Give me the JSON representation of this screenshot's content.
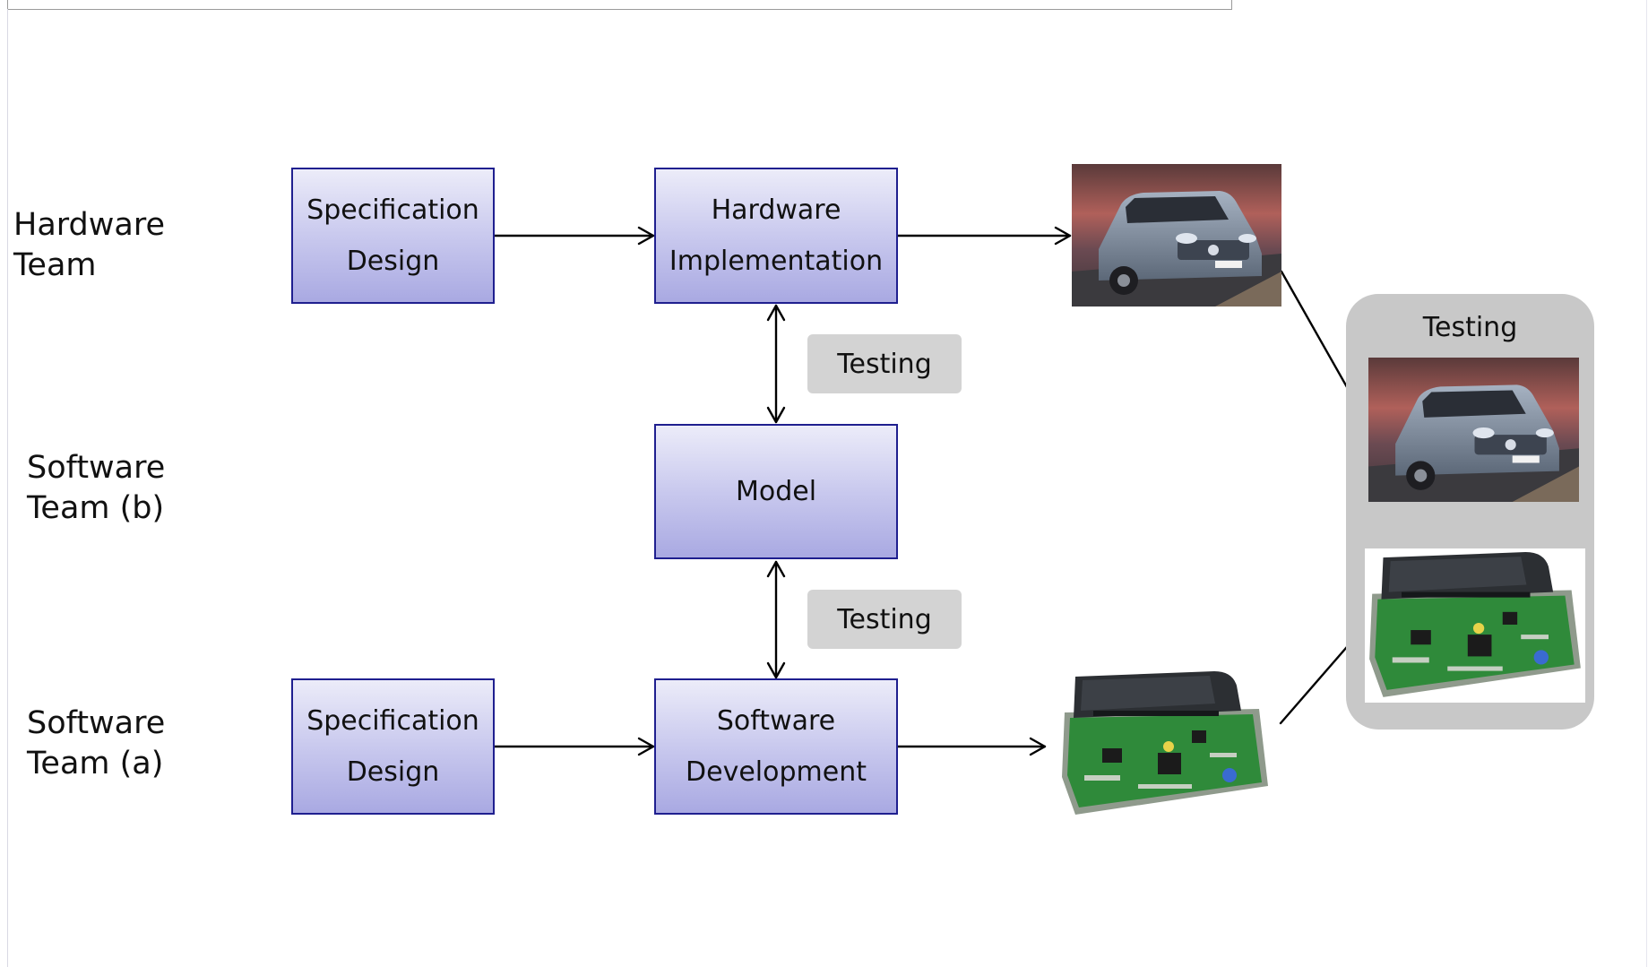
{
  "labels": {
    "hardware_team": [
      "Hardware",
      "Team"
    ],
    "software_team_b": [
      "Software",
      "Team (b)"
    ],
    "software_team_a": [
      "Software",
      "Team  (a)"
    ]
  },
  "boxes": {
    "hw_spec": [
      "Specification",
      "Design"
    ],
    "hw_impl": [
      "Hardware",
      "Implementation"
    ],
    "model": [
      "Model"
    ],
    "sw_spec": [
      "Specification",
      "Design"
    ],
    "sw_dev": [
      "Software",
      "Development"
    ]
  },
  "testing_pills": {
    "upper": "Testing",
    "lower": "Testing"
  },
  "testing_panel": {
    "title": "Testing"
  },
  "images": {
    "car": "car-photo",
    "ecu": "ecu-circuit-board-photo"
  },
  "colors": {
    "box_border": "#1f1f8f",
    "box_gradient_top": "#ececf9",
    "box_gradient_bottom": "#a9a9e2",
    "pill_bg": "#d3d3d3",
    "panel_bg": "#c8c8c8"
  }
}
